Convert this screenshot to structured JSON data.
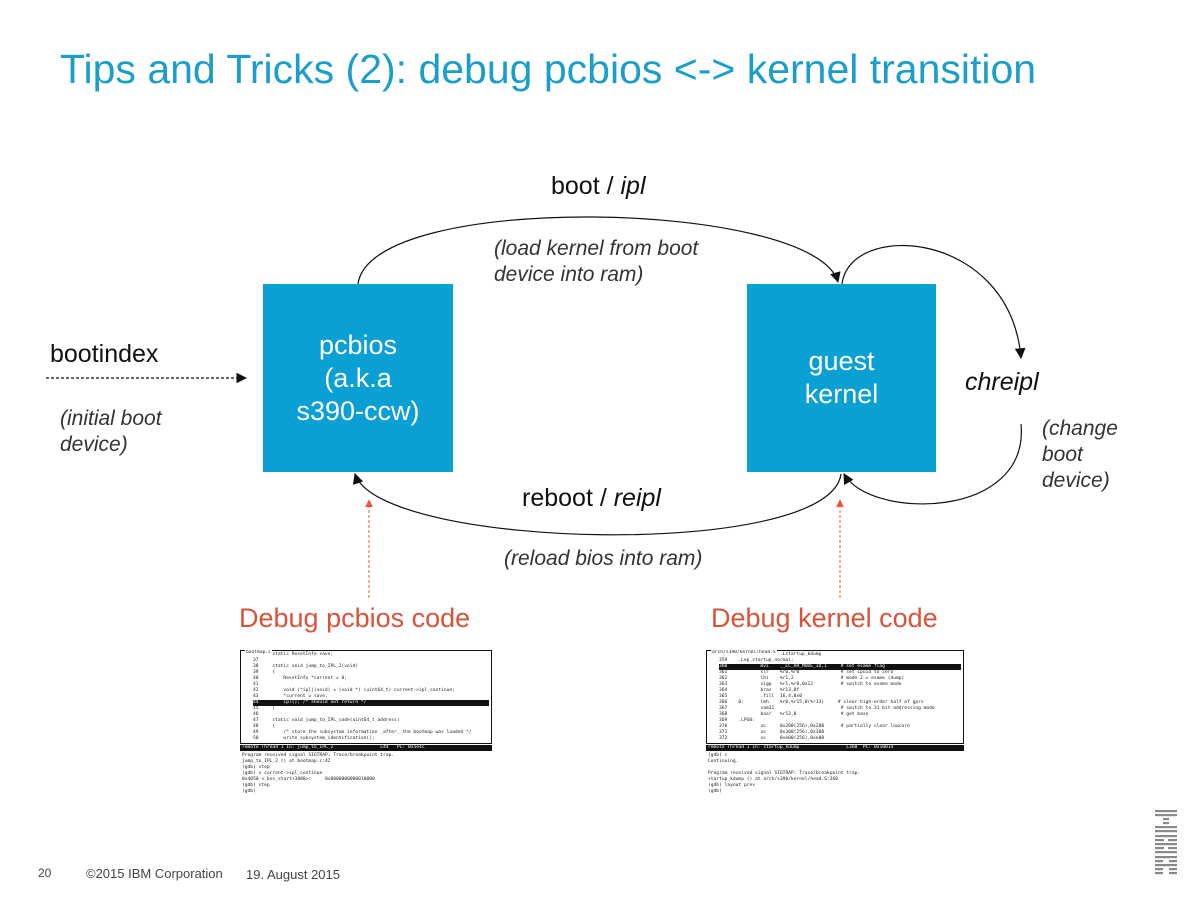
{
  "title": "Tips and Tricks (2): debug pcbios <-> kernel transition",
  "boxes": {
    "pcbios": [
      "pcbios",
      "(a.k.a",
      "s390-ccw)"
    ],
    "kernel": [
      "guest",
      "kernel"
    ]
  },
  "labels": {
    "boot": "boot / ",
    "boot_em": "ipl",
    "boot_note": [
      "(load kernel from boot",
      "device into ram)"
    ],
    "reboot": "reboot / ",
    "reboot_em": "reipl",
    "reboot_note": "(reload bios into ram)",
    "bootindex": "bootindex",
    "bootindex_note": [
      "(initial boot",
      "device)"
    ],
    "chreipl": "chreipl",
    "chreipl_note": [
      "(change",
      "boot",
      "device)"
    ],
    "debug_pcbios": "Debug pcbios code",
    "debug_kernel": "Debug kernel code"
  },
  "terminal_pcbios": {
    "title": "bootmap.c",
    "lines": [
      "36     static ResetInfo save;",
      "37",
      "38     static void jump_to_IPL_2(void)",
      "39     {",
      "40         ResetInfo *current = 0;",
      "41",
      "42         void (*ipl)(void) = (void *) (uint64_t) current->ipl_continue;",
      "43         *current = save;",
      "44         ipl(); /* should not return */",
      "45     }",
      "46",
      "47     static void jump_to_IPL_code(uint64_t address)",
      "48     {",
      "49         /* store the subsystem information _after_ the bootmap was loaded */",
      "50         write_subsystem_identification();"
    ],
    "highlight": 8,
    "status": "remote Thread 1 In: jump_to_IPL_2                 L44   PC: 0x5e4c",
    "commands": [
      "Program received signal SIGTRAP, Trace/breakpoint trap.",
      "jump_to_IPL_2 () at bootmap.c:42",
      "(gdb) step",
      "(gdb) x current->ipl_continue",
      "0x4050 <_bss_start+3888>:     0x0000000000010000",
      "(gdb) step",
      "(gdb) "
    ]
  },
  "terminal_kernel": {
    "title": "arch/s390/kernel/head.S",
    "lines": [
      "358            j      .Lstartup_kdump",
      "359    .Lep_startup_normal:",
      "360            mvi    __LC_AR_MODE_ID,1     # set esame flag",
      "361            slr    %r0,%r0               # set cpuid to zero",
      "362            lhi    %r1,2                 # mode 2 = esame (dump)",
      "363            sigp   %r1,%r0,0x12          # switch to esame mode",
      "364            bras   %r13,0f",
      "365            .fill  16,4,0x0",
      "366    0:      lmh    %r0,%r15,0(%r13)     # clear high-order half of gprs",
      "367            sam31                        # switch to 31 bit addressing mode",
      "368            basr   %r13,0                # get base",
      "369    .LPG0:",
      "370            xc     0x200(256),0x200      # partially clear lowcore",
      "371            xc     0x300(256),0x300",
      "372            xc     0xe00(256),0xe00"
    ],
    "highlight": 2,
    "status": "remote Thread 1 In: startup_kdump                 L360  PC: 0x10014",
    "commands": [
      "(gdb) c",
      "Continuing.",
      "",
      "Program received signal SIGTRAP, Trace/breakpoint trap.",
      "startup_kdump () at arch/s390/kernel/head.S:360",
      "(gdb) layout prev",
      "(gdb) "
    ]
  },
  "footer": {
    "page": "20",
    "copyright": "©2015 IBM Corporation",
    "date": "19. August 2015"
  },
  "colors": {
    "title": "#1b9ec9",
    "box": "#0aa0d4",
    "debug": "#d9533a"
  },
  "logo": "IBM"
}
